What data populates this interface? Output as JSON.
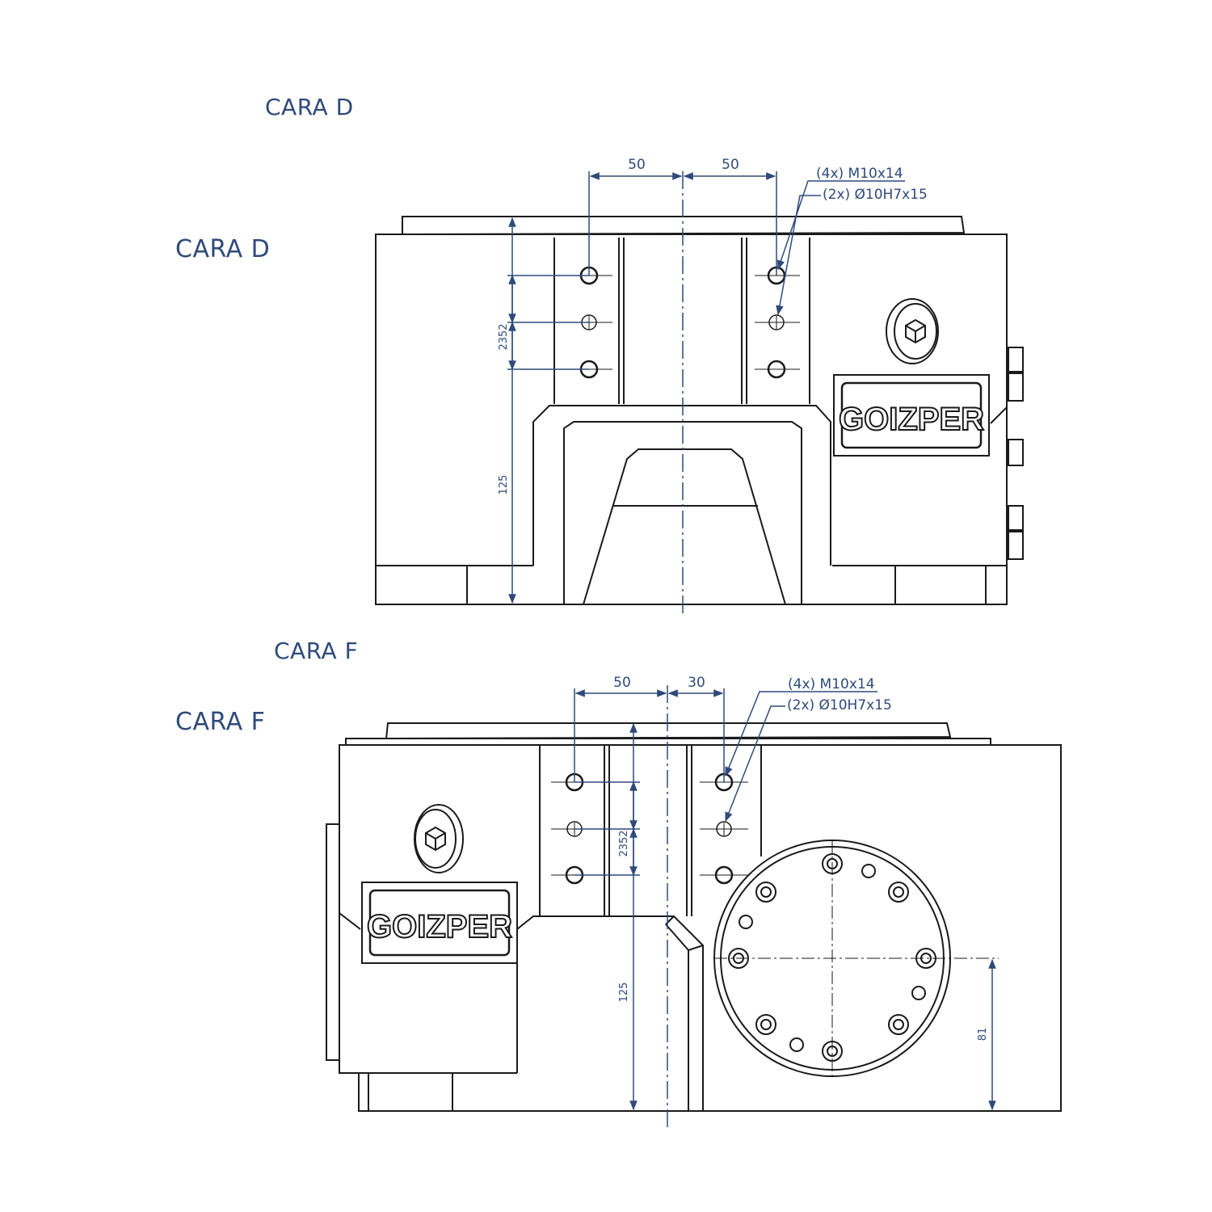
{
  "colors": {
    "annotation": "#2e4a7a",
    "line": "#1a1a1a",
    "background": "#ffffff"
  },
  "titles": {
    "top_small": "CARA D",
    "top_large": "CARA D",
    "bottom_small": "CARA F",
    "bottom_large": "CARA F"
  },
  "cara_d": {
    "dim_left": "50",
    "dim_right": "50",
    "note_threads": "(4x) M10x14",
    "note_pins": "(2x) Ø10H7x15",
    "dim_vertical_spacing": "2352",
    "dim_height": "125",
    "brand": "GOIZPER"
  },
  "cara_f": {
    "dim_left": "50",
    "dim_right": "30",
    "note_threads": "(4x) M10x14",
    "note_pins": "(2x) Ø10H7x15",
    "dim_vertical_spacing": "2352",
    "dim_height": "125",
    "dim_flange": "81",
    "brand": "GOIZPER"
  },
  "icons": [
    "hex-socket-icon",
    "mounting-hole-icon",
    "dowel-pin-icon",
    "flange-bolt-icon"
  ]
}
